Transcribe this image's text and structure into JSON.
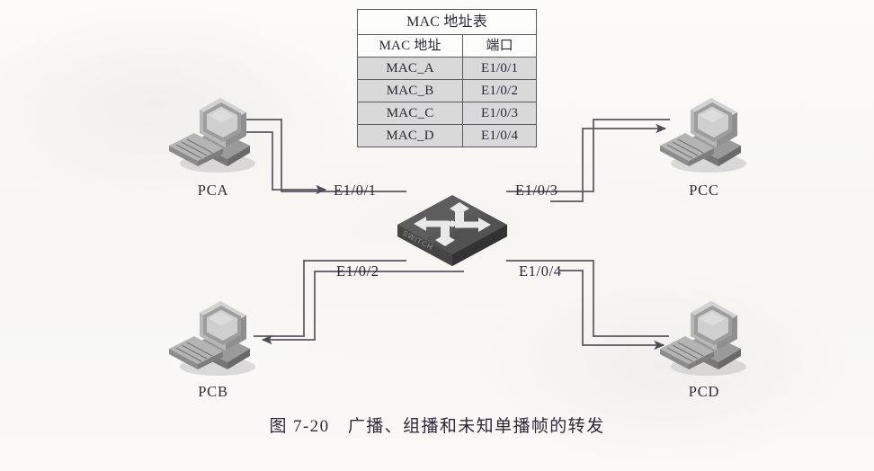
{
  "figure": {
    "caption": "图 7-20　广播、组播和未知单播帧的转发"
  },
  "mac_table": {
    "title": "MAC 地址表",
    "headers": [
      "MAC 地址",
      "端口"
    ],
    "rows": [
      {
        "mac": "MAC_A",
        "port": "E1/0/1"
      },
      {
        "mac": "MAC_B",
        "port": "E1/0/2"
      },
      {
        "mac": "MAC_C",
        "port": "E1/0/3"
      },
      {
        "mac": "MAC_D",
        "port": "E1/0/4"
      }
    ]
  },
  "devices": {
    "pca": {
      "label": "PCA"
    },
    "pcb": {
      "label": "PCB"
    },
    "pcc": {
      "label": "PCC"
    },
    "pcd": {
      "label": "PCD"
    },
    "switch": {
      "label": "SWITCH",
      "icon": "network-switch-icon"
    }
  },
  "port_labels": {
    "e1_0_1": "E1/0/1",
    "e1_0_2": "E1/0/2",
    "e1_0_3": "E1/0/3",
    "e1_0_4": "E1/0/4"
  },
  "colors": {
    "background": "#fbfaf8",
    "line": "#59545f",
    "text": "#2d2739",
    "table_border": "#4a4a52",
    "table_row_fill": "#d9d9d9",
    "switch_body_dark": "#4a4a4a",
    "switch_body_mid": "#5f5f5f",
    "switch_arrow": "#e8e8e8"
  }
}
